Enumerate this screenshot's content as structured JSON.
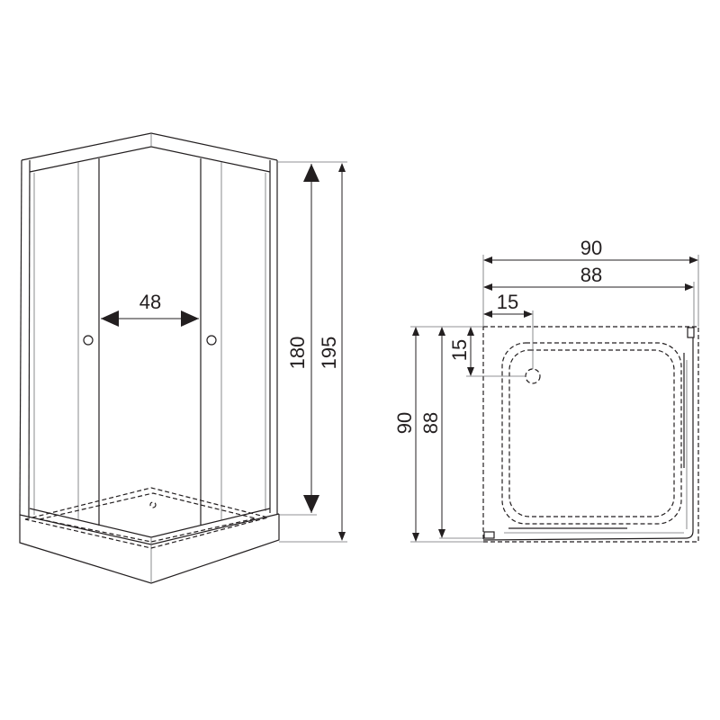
{
  "front_view": {
    "door_opening": "48",
    "inner_height": "180",
    "total_height": "195"
  },
  "plan_view": {
    "width_outer": "90",
    "width_inner": "88",
    "drain_offset_x": "15",
    "depth_outer": "90",
    "depth_inner": "88",
    "drain_offset_y": "15"
  },
  "colors": {
    "line": "#231f20",
    "background": "#ffffff"
  }
}
